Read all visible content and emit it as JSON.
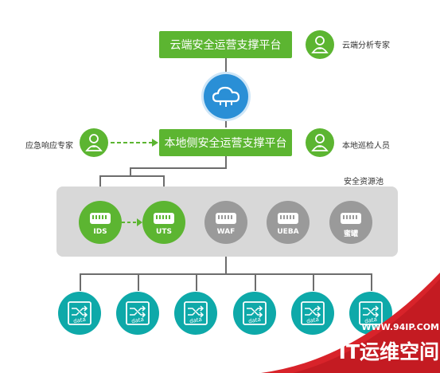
{
  "cloud_platform": {
    "label": "云端安全运营支撑平台"
  },
  "cloud_expert": {
    "label": "云端分析专家"
  },
  "local_platform": {
    "label": "本地侧安全运营支撑平台"
  },
  "response_expert": {
    "label": "应急响应专家"
  },
  "local_inspector": {
    "label": "本地巡检人员"
  },
  "resource_pool": {
    "label": "安全资源池",
    "items": [
      {
        "label": "IDS",
        "active": true
      },
      {
        "label": "UTS",
        "active": true
      },
      {
        "label": "WAF",
        "active": false
      },
      {
        "label": "UEBA",
        "active": false
      },
      {
        "label": "蜜罐",
        "active": false
      }
    ]
  },
  "data_nodes": {
    "label": "data",
    "count": 6
  },
  "watermark": {
    "url": "WWW.94IP.COM",
    "brand": "IT运维空间"
  },
  "colors": {
    "green": "#5cb531",
    "blue": "#2a8fd6",
    "teal": "#0ea9a9",
    "gray_icon": "#9a9a9a",
    "watermark_red": "#d8232a"
  }
}
